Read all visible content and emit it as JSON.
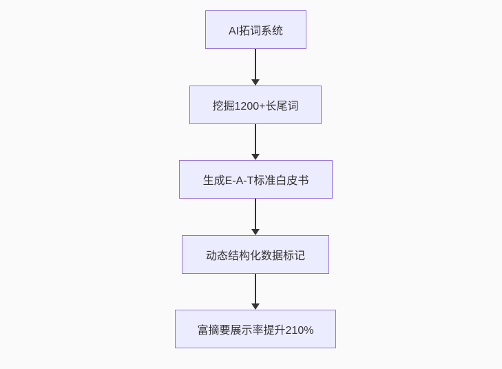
{
  "page": {
    "background_color": "#FAFAFA"
  },
  "chart_data": {
    "type": "flowchart",
    "direction": "top-down",
    "nodes": [
      {
        "label": "AI拓词系统"
      },
      {
        "label": "挖掘1200+长尾词"
      },
      {
        "label": "生成E-A-T标准白皮书"
      },
      {
        "label": "动态结构化数据标记"
      },
      {
        "label": "富摘要展示率提升210%"
      }
    ],
    "edges": [
      {
        "from": "AI拓词系统",
        "to": "挖掘1200+长尾词"
      },
      {
        "from": "挖掘1200+长尾词",
        "to": "生成E-A-T标准白皮书"
      },
      {
        "from": "生成E-A-T标准白皮书",
        "to": "动态结构化数据标记"
      },
      {
        "from": "动态结构化数据标记",
        "to": "富摘要展示率提升210%"
      }
    ],
    "style": {
      "node_fill": "#ECECFF",
      "node_border": "#9370DB",
      "node_text_color": "#333333",
      "arrow_color": "#333333"
    }
  }
}
